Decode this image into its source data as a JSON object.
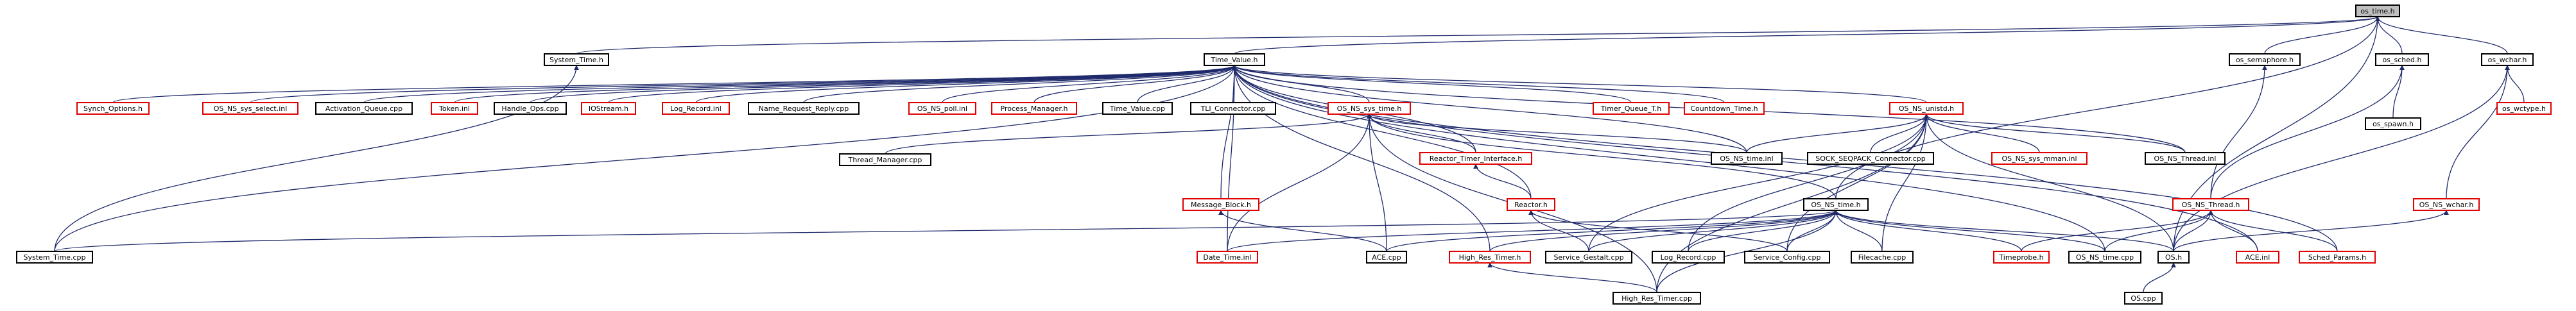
{
  "graph": {
    "root": "os_time.h",
    "palette": {
      "root_fill": "#bfbfbf",
      "root_border": "#000000",
      "normal_border": "#000000",
      "external_border": "#e00000",
      "edge": "#1f2a6b"
    },
    "nodes": [
      {
        "id": "os_time_h",
        "label": "os_time.h",
        "kind": "root"
      },
      {
        "id": "system_time_h",
        "label": "System_Time.h",
        "kind": "normal"
      },
      {
        "id": "time_value_h",
        "label": "Time_Value.h",
        "kind": "normal"
      },
      {
        "id": "os_semaphore_h",
        "label": "os_semaphore.h",
        "kind": "normal"
      },
      {
        "id": "os_sched_h",
        "label": "os_sched.h",
        "kind": "normal"
      },
      {
        "id": "os_wchar_h",
        "label": "os_wchar.h",
        "kind": "normal"
      },
      {
        "id": "synch_options_h",
        "label": "Synch_Options.h",
        "kind": "external"
      },
      {
        "id": "os_ns_sys_select_inl",
        "label": "OS_NS_sys_select.inl",
        "kind": "external"
      },
      {
        "id": "activation_queue_cpp",
        "label": "Activation_Queue.cpp",
        "kind": "normal"
      },
      {
        "id": "token_inl",
        "label": "Token.inl",
        "kind": "external"
      },
      {
        "id": "handle_ops_cpp",
        "label": "Handle_Ops.cpp",
        "kind": "normal"
      },
      {
        "id": "iostream_h",
        "label": "IOStream.h",
        "kind": "external"
      },
      {
        "id": "log_record_inl",
        "label": "Log_Record.inl",
        "kind": "external"
      },
      {
        "id": "name_request_reply_cpp",
        "label": "Name_Request_Reply.cpp",
        "kind": "normal"
      },
      {
        "id": "os_ns_poll_inl",
        "label": "OS_NS_poll.inl",
        "kind": "external"
      },
      {
        "id": "process_manager_h",
        "label": "Process_Manager.h",
        "kind": "external"
      },
      {
        "id": "time_value_cpp",
        "label": "Time_Value.cpp",
        "kind": "normal"
      },
      {
        "id": "tli_connector_cpp",
        "label": "TLI_Connector.cpp",
        "kind": "normal"
      },
      {
        "id": "os_ns_sys_time_h",
        "label": "OS_NS_sys_time.h",
        "kind": "external"
      },
      {
        "id": "timer_queue_t_h",
        "label": "Timer_Queue_T.h",
        "kind": "external"
      },
      {
        "id": "countdown_time_h",
        "label": "Countdown_Time.h",
        "kind": "external"
      },
      {
        "id": "os_ns_unistd_h",
        "label": "OS_NS_unistd.h",
        "kind": "external"
      },
      {
        "id": "os_spawn_h",
        "label": "os_spawn.h",
        "kind": "normal"
      },
      {
        "id": "os_wctype_h",
        "label": "os_wctype.h",
        "kind": "external"
      },
      {
        "id": "thread_manager_cpp",
        "label": "Thread_Manager.cpp",
        "kind": "normal"
      },
      {
        "id": "reactor_timer_interface_h",
        "label": "Reactor_Timer_Interface.h",
        "kind": "external"
      },
      {
        "id": "os_ns_time_inl",
        "label": "OS_NS_time.inl",
        "kind": "normal"
      },
      {
        "id": "sock_seqpack_connector_cpp",
        "label": "SOCK_SEQPACK_Connector.cpp",
        "kind": "normal"
      },
      {
        "id": "os_ns_sys_mman_inl",
        "label": "OS_NS_sys_mman.inl",
        "kind": "external"
      },
      {
        "id": "os_ns_thread_inl",
        "label": "OS_NS_Thread.inl",
        "kind": "normal"
      },
      {
        "id": "message_block_h",
        "label": "Message_Block.h",
        "kind": "external"
      },
      {
        "id": "reactor_h",
        "label": "Reactor.h",
        "kind": "external"
      },
      {
        "id": "os_ns_time_h",
        "label": "OS_NS_time.h",
        "kind": "normal"
      },
      {
        "id": "os_ns_thread_h",
        "label": "OS_NS_Thread.h",
        "kind": "external"
      },
      {
        "id": "os_ns_wchar_h",
        "label": "OS_NS_wchar.h",
        "kind": "external"
      },
      {
        "id": "system_time_cpp",
        "label": "System_Time.cpp",
        "kind": "normal"
      },
      {
        "id": "date_time_inl",
        "label": "Date_Time.inl",
        "kind": "external"
      },
      {
        "id": "ace_cpp",
        "label": "ACE.cpp",
        "kind": "normal"
      },
      {
        "id": "high_res_timer_h",
        "label": "High_Res_Timer.h",
        "kind": "external"
      },
      {
        "id": "service_gestalt_cpp",
        "label": "Service_Gestalt.cpp",
        "kind": "normal"
      },
      {
        "id": "log_record_cpp",
        "label": "Log_Record.cpp",
        "kind": "normal"
      },
      {
        "id": "service_config_cpp",
        "label": "Service_Config.cpp",
        "kind": "normal"
      },
      {
        "id": "filecache_cpp",
        "label": "Filecache.cpp",
        "kind": "normal"
      },
      {
        "id": "timeprobe_h",
        "label": "Timeprobe.h",
        "kind": "external"
      },
      {
        "id": "os_ns_time_cpp",
        "label": "OS_NS_time.cpp",
        "kind": "normal"
      },
      {
        "id": "os_h",
        "label": "OS.h",
        "kind": "normal"
      },
      {
        "id": "ace_inl",
        "label": "ACE.inl",
        "kind": "external"
      },
      {
        "id": "sched_params_h",
        "label": "Sched_Params.h",
        "kind": "external"
      },
      {
        "id": "high_res_timer_cpp",
        "label": "High_Res_Timer.cpp",
        "kind": "normal"
      },
      {
        "id": "os_cpp",
        "label": "OS.cpp",
        "kind": "normal"
      }
    ],
    "edges": [
      [
        "os_time_h",
        "system_time_h"
      ],
      [
        "os_time_h",
        "time_value_h"
      ],
      [
        "os_time_h",
        "os_semaphore_h"
      ],
      [
        "os_time_h",
        "os_sched_h"
      ],
      [
        "os_time_h",
        "os_wchar_h"
      ],
      [
        "os_time_h",
        "os_ns_time_h"
      ],
      [
        "os_time_h",
        "os_h"
      ],
      [
        "system_time_h",
        "system_time_cpp"
      ],
      [
        "time_value_h",
        "synch_options_h"
      ],
      [
        "time_value_h",
        "os_ns_sys_select_inl"
      ],
      [
        "time_value_h",
        "activation_queue_cpp"
      ],
      [
        "time_value_h",
        "token_inl"
      ],
      [
        "time_value_h",
        "handle_ops_cpp"
      ],
      [
        "time_value_h",
        "iostream_h"
      ],
      [
        "time_value_h",
        "log_record_inl"
      ],
      [
        "time_value_h",
        "name_request_reply_cpp"
      ],
      [
        "time_value_h",
        "os_ns_poll_inl"
      ],
      [
        "time_value_h",
        "process_manager_h"
      ],
      [
        "time_value_h",
        "time_value_cpp"
      ],
      [
        "time_value_h",
        "tli_connector_cpp"
      ],
      [
        "time_value_h",
        "os_ns_sys_time_h"
      ],
      [
        "time_value_h",
        "timer_queue_t_h"
      ],
      [
        "time_value_h",
        "countdown_time_h"
      ],
      [
        "time_value_h",
        "os_ns_unistd_h"
      ],
      [
        "time_value_h",
        "reactor_timer_interface_h"
      ],
      [
        "time_value_h",
        "os_ns_time_inl"
      ],
      [
        "time_value_h",
        "message_block_h"
      ],
      [
        "time_value_h",
        "reactor_h"
      ],
      [
        "time_value_h",
        "high_res_timer_h"
      ],
      [
        "time_value_h",
        "system_time_cpp"
      ],
      [
        "time_value_h",
        "date_time_inl"
      ],
      [
        "time_value_h",
        "ace_inl"
      ],
      [
        "time_value_h",
        "sched_params_h"
      ],
      [
        "time_value_h",
        "os_ns_thread_inl"
      ],
      [
        "time_value_h",
        "os_ns_time_cpp"
      ],
      [
        "os_semaphore_h",
        "os_ns_thread_h"
      ],
      [
        "os_sched_h",
        "os_spawn_h"
      ],
      [
        "os_sched_h",
        "os_ns_thread_h"
      ],
      [
        "os_wchar_h",
        "os_wctype_h"
      ],
      [
        "os_wchar_h",
        "os_ns_wchar_h"
      ],
      [
        "os_wchar_h",
        "os_h"
      ],
      [
        "os_ns_sys_time_h",
        "thread_manager_cpp"
      ],
      [
        "os_ns_sys_time_h",
        "os_ns_time_inl"
      ],
      [
        "os_ns_sys_time_h",
        "date_time_inl"
      ],
      [
        "os_ns_sys_time_h",
        "ace_cpp"
      ],
      [
        "os_ns_sys_time_h",
        "high_res_timer_cpp"
      ],
      [
        "os_ns_sys_time_h",
        "os_ns_time_h"
      ],
      [
        "os_ns_sys_time_h",
        "reactor_timer_interface_h"
      ],
      [
        "os_ns_unistd_h",
        "sock_seqpack_connector_cpp"
      ],
      [
        "os_ns_unistd_h",
        "os_ns_sys_mman_inl"
      ],
      [
        "os_ns_unistd_h",
        "os_ns_thread_inl"
      ],
      [
        "os_ns_unistd_h",
        "os_ns_time_inl"
      ],
      [
        "os_ns_unistd_h",
        "service_gestalt_cpp"
      ],
      [
        "os_ns_unistd_h",
        "log_record_cpp"
      ],
      [
        "os_ns_unistd_h",
        "service_config_cpp"
      ],
      [
        "os_ns_unistd_h",
        "filecache_cpp"
      ],
      [
        "os_ns_unistd_h",
        "high_res_timer_cpp"
      ],
      [
        "os_ns_unistd_h",
        "os_h"
      ],
      [
        "reactor_timer_interface_h",
        "reactor_h"
      ],
      [
        "os_ns_time_h",
        "system_time_cpp"
      ],
      [
        "os_ns_time_h",
        "date_time_inl"
      ],
      [
        "os_ns_time_h",
        "ace_cpp"
      ],
      [
        "os_ns_time_h",
        "high_res_timer_h"
      ],
      [
        "os_ns_time_h",
        "service_gestalt_cpp"
      ],
      [
        "os_ns_time_h",
        "log_record_cpp"
      ],
      [
        "os_ns_time_h",
        "service_config_cpp"
      ],
      [
        "os_ns_time_h",
        "filecache_cpp"
      ],
      [
        "os_ns_time_h",
        "timeprobe_h"
      ],
      [
        "os_ns_time_h",
        "os_ns_time_cpp"
      ],
      [
        "os_ns_time_h",
        "os_h"
      ],
      [
        "os_ns_time_h",
        "high_res_timer_cpp"
      ],
      [
        "reactor_h",
        "service_gestalt_cpp"
      ],
      [
        "reactor_h",
        "service_config_cpp"
      ],
      [
        "message_block_h",
        "ace_cpp"
      ],
      [
        "os_ns_thread_h",
        "timeprobe_h"
      ],
      [
        "os_ns_thread_h",
        "os_ns_time_cpp"
      ],
      [
        "os_ns_thread_h",
        "os_h"
      ],
      [
        "os_ns_thread_h",
        "ace_inl"
      ],
      [
        "os_ns_thread_h",
        "sched_params_h"
      ],
      [
        "os_ns_wchar_h",
        "os_h"
      ],
      [
        "high_res_timer_h",
        "high_res_timer_cpp"
      ],
      [
        "os_h",
        "os_cpp"
      ]
    ]
  }
}
